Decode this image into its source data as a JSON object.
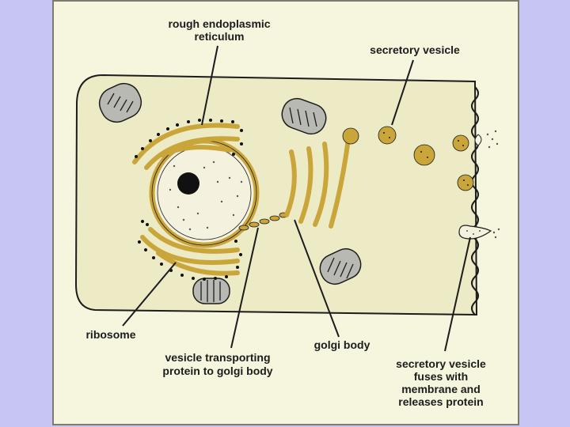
{
  "labels": {
    "rough_er_line1": "rough endoplasmic",
    "rough_er_line2": "reticulum",
    "secretory_vesicle": "secretory vesicle",
    "ribosome": "ribosome",
    "vesicle_transport_line1": "vesicle transporting",
    "vesicle_transport_line2": "protein to golgi body",
    "golgi_body": "golgi body",
    "fuses_line1": "secretory vesicle",
    "fuses_line2": "fuses with",
    "fuses_line3": "membrane and",
    "fuses_line4": "releases protein"
  },
  "colors": {
    "background": "#c7c5f2",
    "panel": "#f6f5dd",
    "cytoplasm": "#edeac6",
    "organelle": "#c9a53a",
    "mitochondria": "#b9b9b4",
    "outline": "#1c1c1c"
  }
}
